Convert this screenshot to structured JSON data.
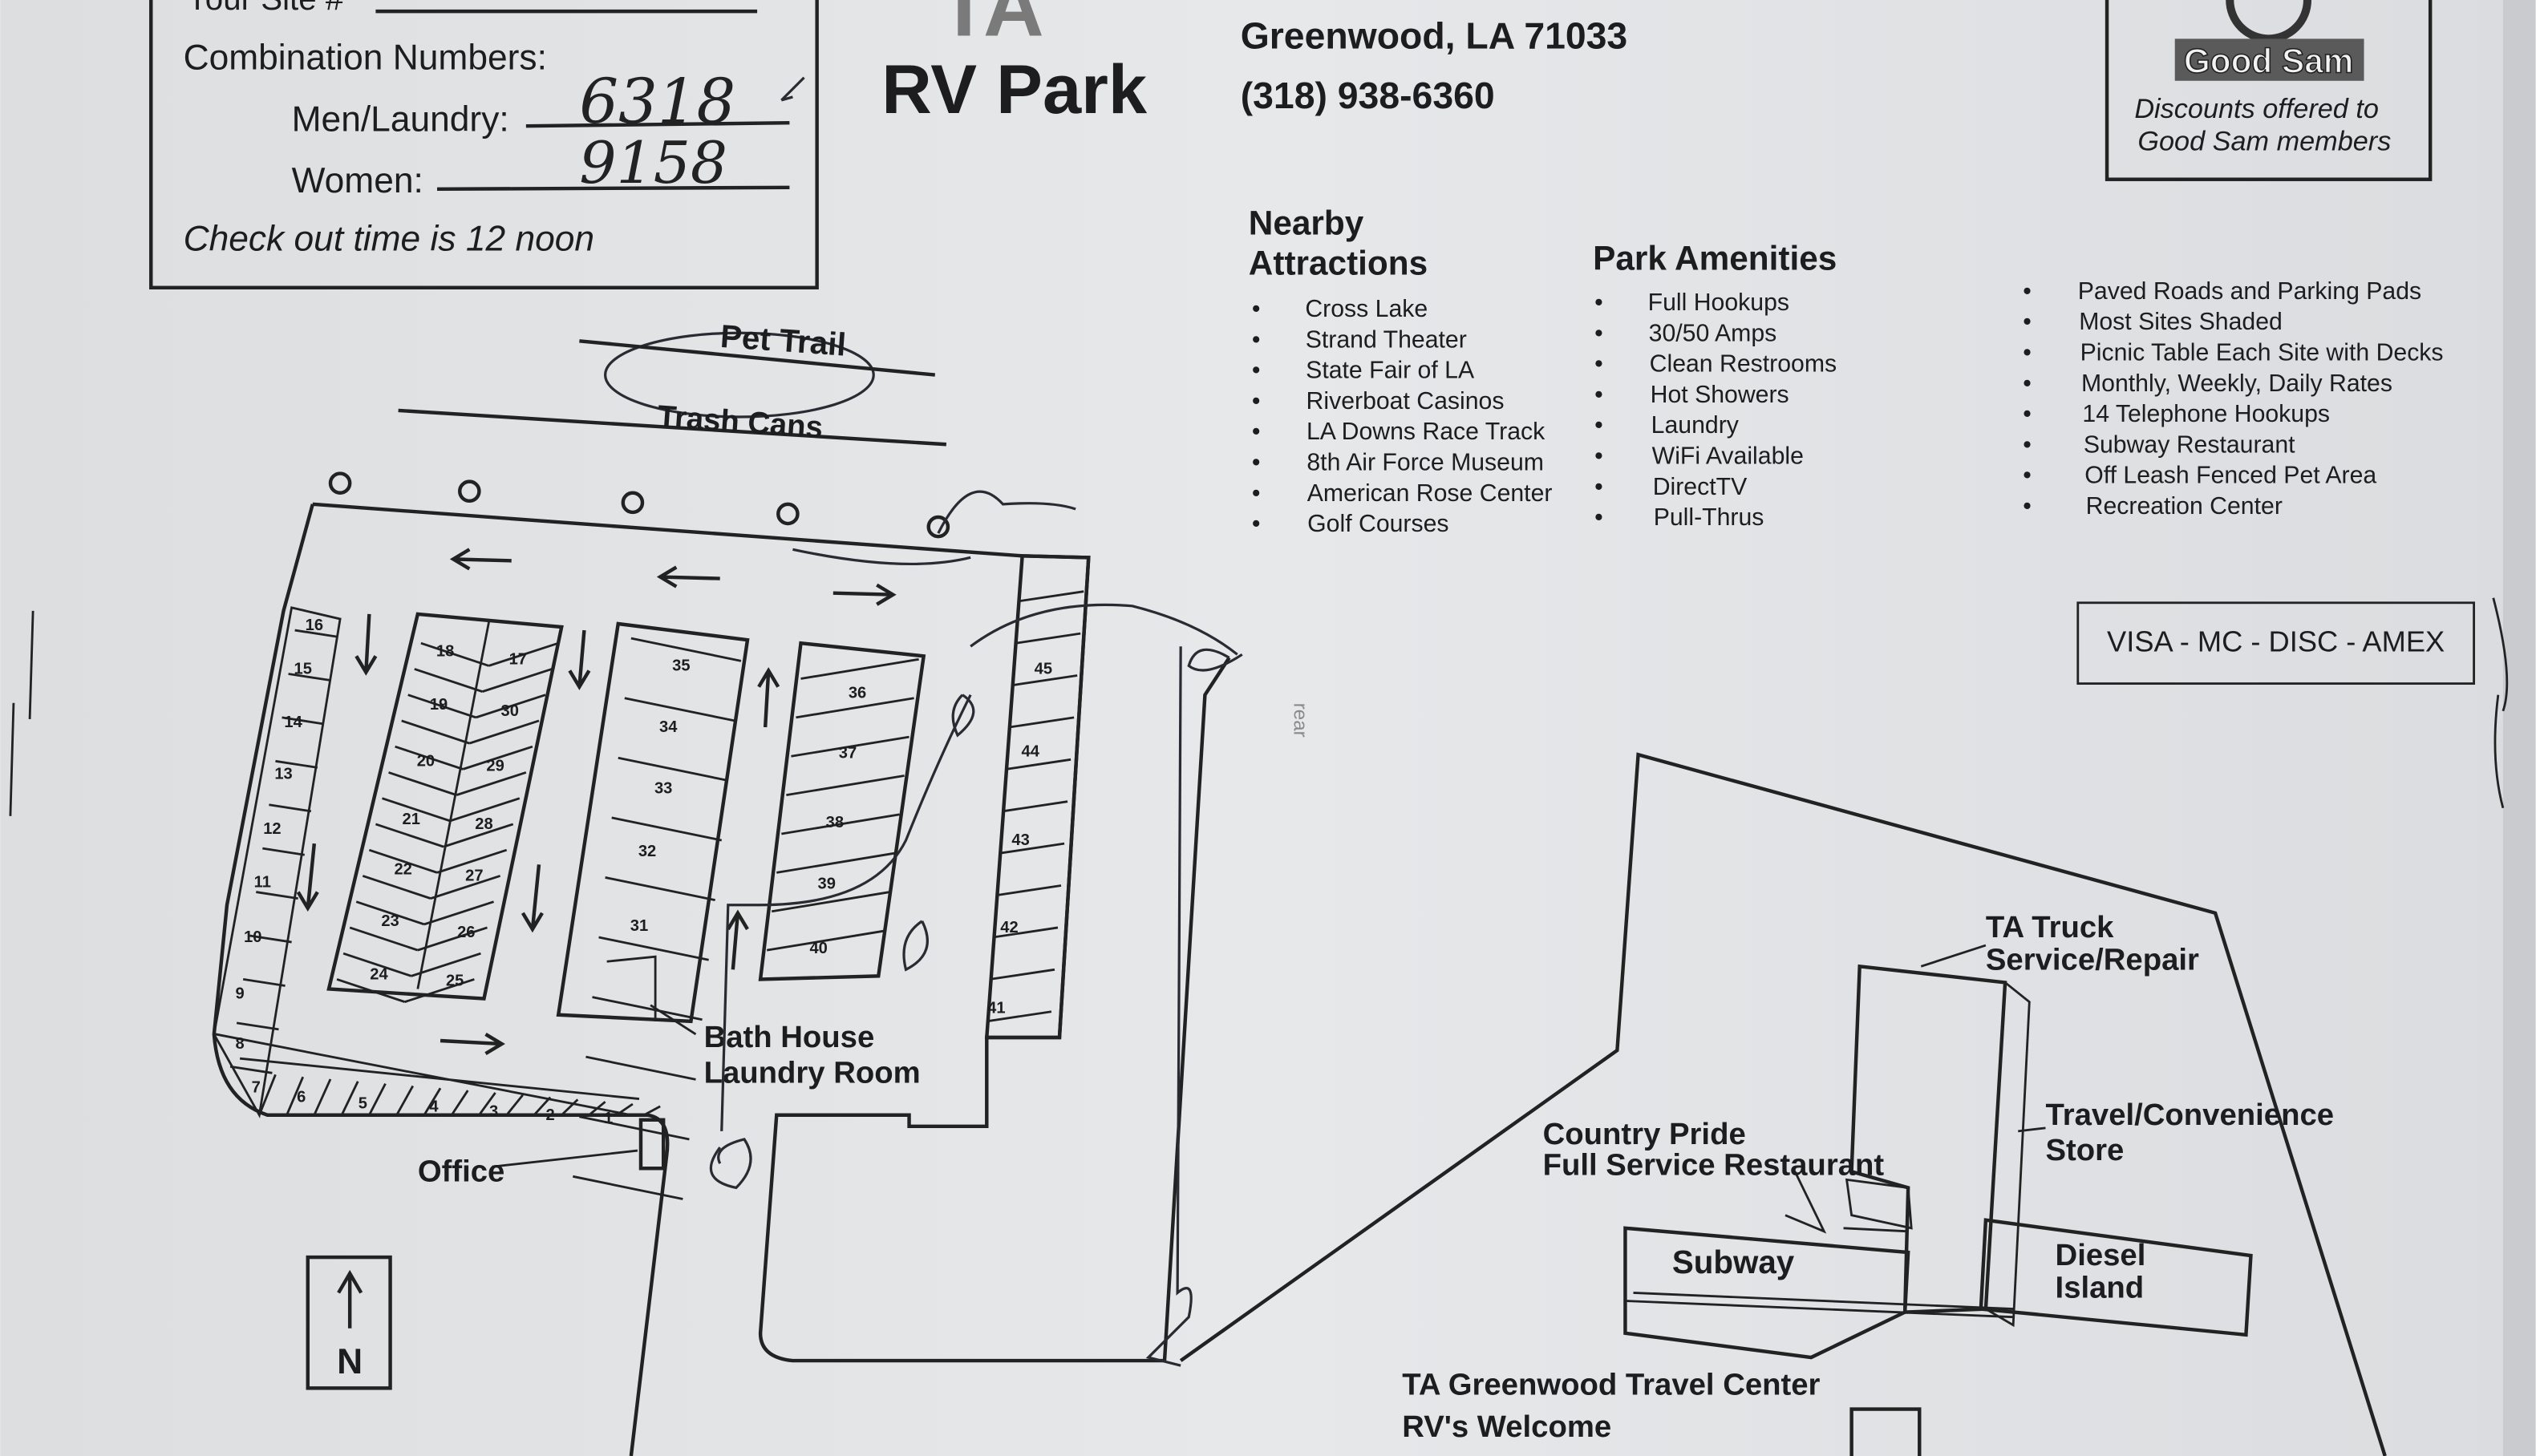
{
  "header": {
    "your_site_label": "Your Site #",
    "combination_label": "Combination Numbers:",
    "men_label": "Men/Laundry:",
    "men_code": "6318",
    "women_label": "Women:",
    "women_code": "9158",
    "checkout": "Check out time is 12 noon",
    "logo_text": "TA",
    "park_title": "RV Park",
    "address": "Greenwood, LA 71033",
    "phone": "(318) 938-6360"
  },
  "good_sam": {
    "logo_text": "Good Sam",
    "line1": "Discounts offered to",
    "line2": "Good Sam members"
  },
  "attractions": {
    "heading1": "Nearby",
    "heading2": "Attractions",
    "items": [
      "Cross Lake",
      "Strand Theater",
      "State Fair of LA",
      "Riverboat Casinos",
      "LA Downs Race Track",
      "8th Air Force Museum",
      "American Rose Center",
      "Golf Courses"
    ]
  },
  "amenities": {
    "heading": "Park Amenities",
    "items": [
      "Full Hookups",
      "30/50 Amps",
      "Clean Restrooms",
      "Hot Showers",
      "Laundry",
      "WiFi Available",
      "DirectTV",
      "Pull-Thrus"
    ]
  },
  "features": {
    "items": [
      "Paved Roads and Parking Pads",
      "Most Sites Shaded",
      "Picnic Table Each Site with Decks",
      "Monthly, Weekly, Daily Rates",
      "14 Telephone Hookups",
      "Subway Restaurant",
      "Off Leash Fenced Pet Area",
      "Recreation Center"
    ]
  },
  "payment": "VISA - MC - DISC - AMEX",
  "map": {
    "pet_trail": "Pet Trail",
    "trash_cans": "Trash Cans",
    "bath_house": "Bath House",
    "laundry_room": "Laundry Room",
    "office": "Office",
    "north": "N",
    "sites": [
      "1",
      "2",
      "3",
      "4",
      "5",
      "6",
      "7",
      "8",
      "9",
      "10",
      "11",
      "12",
      "13",
      "14",
      "15",
      "16",
      "17",
      "18",
      "19",
      "20",
      "21",
      "22",
      "23",
      "24",
      "25",
      "26",
      "27",
      "28",
      "29",
      "30",
      "31",
      "32",
      "33",
      "34",
      "35",
      "36",
      "37",
      "38",
      "39",
      "40",
      "41",
      "42",
      "43",
      "44",
      "45"
    ],
    "ta_truck": "TA Truck",
    "service_repair": "Service/Repair",
    "travel_convenience": "Travel/Convenience",
    "store": "Store",
    "country_pride": "Country Pride",
    "full_service": "Full Service Restaurant",
    "subway": "Subway",
    "diesel": "Diesel",
    "island": "Island",
    "travel_center": "TA Greenwood Travel Center",
    "rvs_welcome": "RV's Welcome"
  }
}
